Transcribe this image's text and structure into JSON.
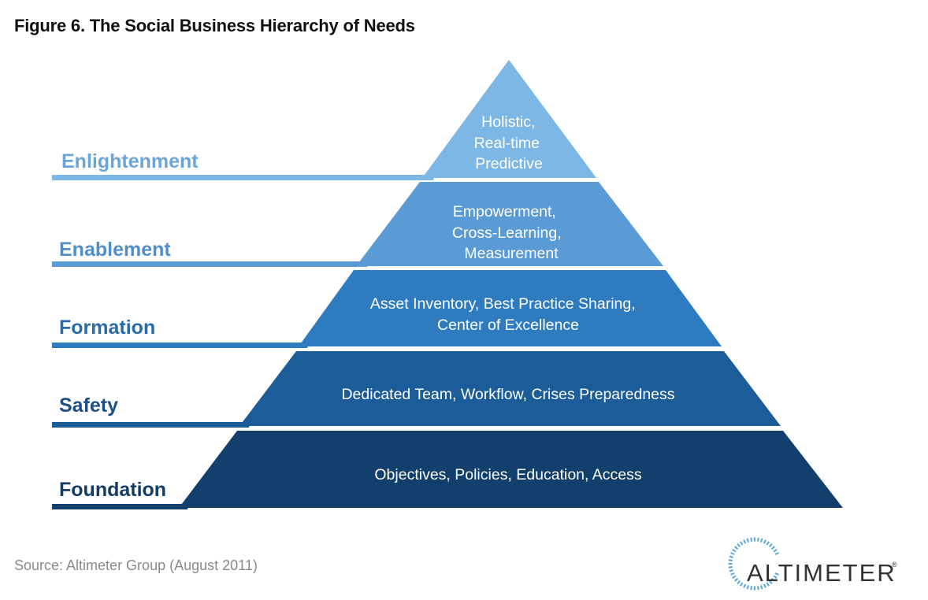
{
  "figure": {
    "title": "Figure 6. The Social Business Hierarchy of Needs"
  },
  "levels": [
    {
      "label": "Enlightenment",
      "lines": [
        "Holistic,",
        "Real-time",
        "Predictive"
      ],
      "color": "#7db7e6",
      "label_color": "#6aa5d9"
    },
    {
      "label": "Enablement",
      "lines": [
        "Empowerment,",
        "Cross-Learning,",
        "Measurement"
      ],
      "color": "#5a9bd6",
      "label_color": "#4f8fcc"
    },
    {
      "label": "Formation",
      "lines": [
        "Asset Inventory, Best Practice Sharing,",
        "Center of Excellence"
      ],
      "color": "#2f7bc0",
      "label_color": "#2a6aa8"
    },
    {
      "label": "Safety",
      "lines": [
        "Dedicated Team, Workflow, Crises Preparedness"
      ],
      "color": "#1b5c99",
      "label_color": "#1d4f85"
    },
    {
      "label": "Foundation",
      "lines": [
        "Objectives, Policies, Education, Access"
      ],
      "color": "#123f6c",
      "label_color": "#143d66"
    }
  ],
  "source": "Source: Altimeter Group (August 2011)",
  "logo": {
    "text": "ALTIMETER",
    "mark": "®",
    "icon": "dotted-circle-icon"
  }
}
